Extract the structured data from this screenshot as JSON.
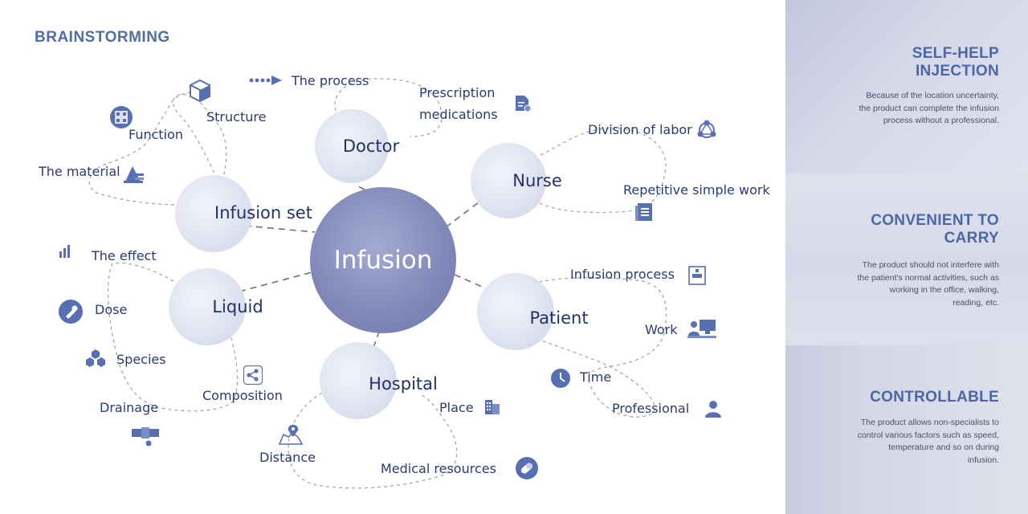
{
  "title": "BRAINSTORMING",
  "center": "Infusion",
  "nodes": {
    "doctor": "Doctor",
    "nurse": "Nurse",
    "infusion_set": "Infusion set",
    "liquid": "Liquid",
    "patient": "Patient",
    "hospital": "Hospital"
  },
  "labels": {
    "process": "The process",
    "prescription_1": "Prescription",
    "prescription_2": "medications",
    "structure": "Structure",
    "function": "Function",
    "material": "The material",
    "division": "Division of labor",
    "repetitive": "Repetitive simple work",
    "effect": "The effect",
    "dose": "Dose",
    "species": "Species",
    "composition": "Composition",
    "drainage": "Drainage",
    "infusion_process": "Infusion process",
    "work": "Work",
    "time": "Time",
    "professional": "Professional",
    "place": "Place",
    "distance": "Distance",
    "medical_resources": "Medical resources"
  },
  "panel": [
    {
      "title_1": "SELF-HELP",
      "title_2": "INJECTION",
      "lines": [
        "Because of the location uncertainty,",
        "the product can complete the infusion",
        "process without a professional."
      ]
    },
    {
      "title_1": "CONVENIENT TO",
      "title_2": "CARRY",
      "lines": [
        "The product should not interfere with",
        "the patient's normal activities, such as",
        "working in the office, walking,",
        "reading, etc."
      ]
    },
    {
      "title_1": "CONTROLLABLE",
      "lines": [
        "The product allows non-specialists to",
        "control various factors such as speed,",
        "temperature and so on during",
        "infusion."
      ]
    }
  ],
  "colors": {
    "accent": "#5870b3",
    "node_text": "#23316a",
    "center": "#7a82b4",
    "panel_bg": "#d2d6e6"
  }
}
